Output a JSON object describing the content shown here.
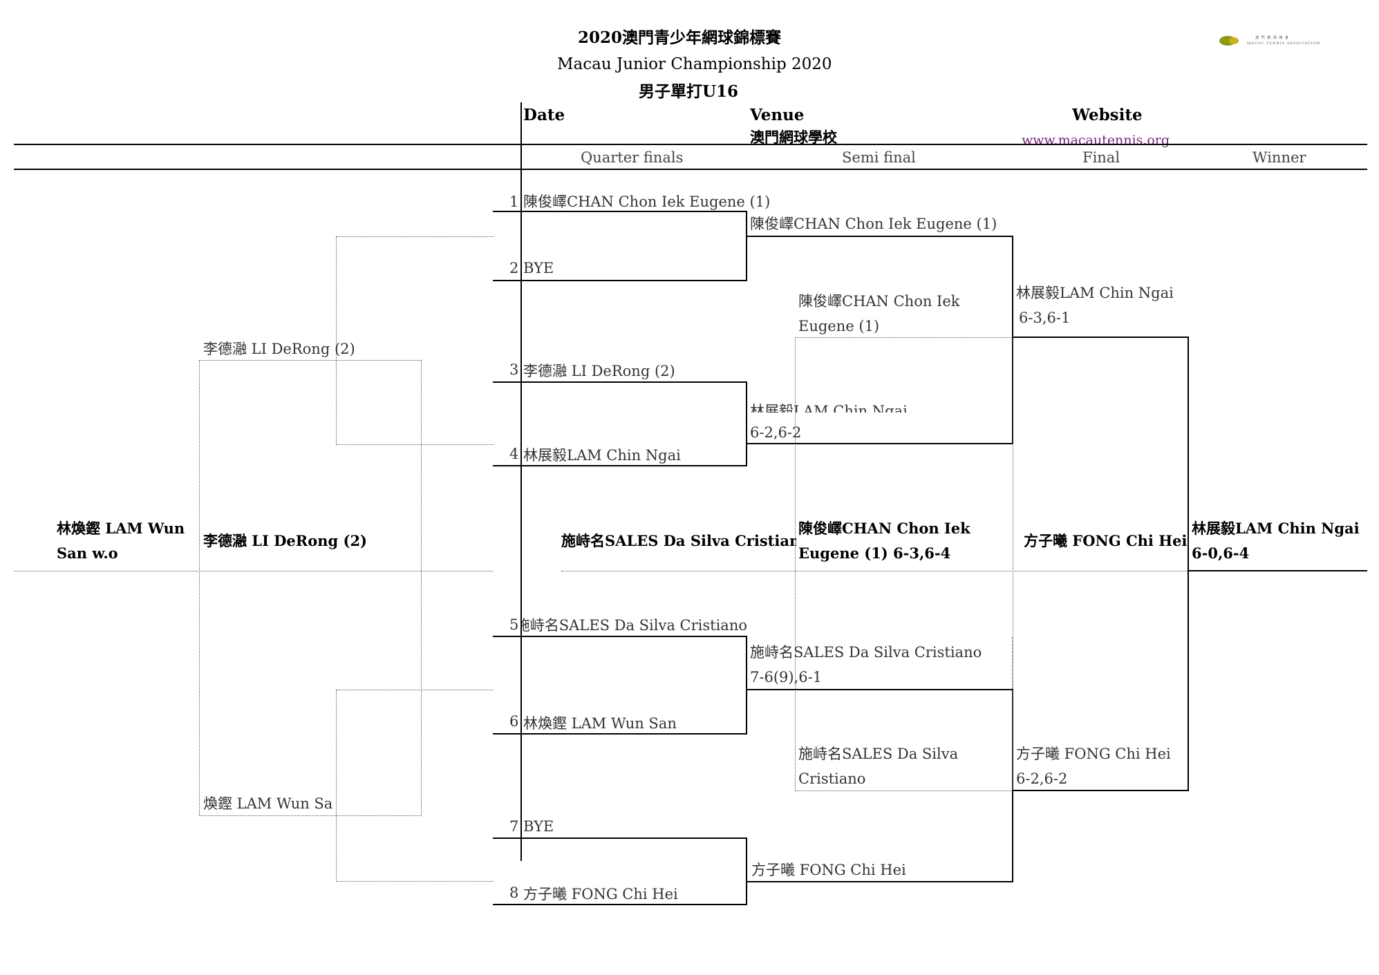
{
  "header": {
    "title_zh": "2020澳門青少年網球錦標賽",
    "title_en": "Macau Junior Championship 2020",
    "event": "男子單打U16",
    "date_label": "Date",
    "venue_label": "Venue",
    "venue_value": "澳門網球學校",
    "website_label": "Website",
    "website_value": "www.macautennis.org"
  },
  "logo": {
    "line1": "澳 門 網 球 總 會",
    "line2": "MACAU TENNIS ASSOCIATION"
  },
  "rounds": {
    "qf": "Quarter finals",
    "sf": "Semi final",
    "final": "Final",
    "winner": "Winner"
  },
  "draw": [
    {
      "num": "1",
      "name": "陳俊嶧CHAN Chon Iek Eugene (1)"
    },
    {
      "num": "2",
      "name": "BYE"
    },
    {
      "num": "3",
      "name": "李德瀜 LI DeRong (2)"
    },
    {
      "num": "4",
      "name": "林展毅LAM Chin Ngai"
    },
    {
      "num": "5",
      "name": "施峙名SALES Da Silva Cristiano"
    },
    {
      "num": "6",
      "name": "林煥鏗 LAM Wun San"
    },
    {
      "num": "7",
      "name": "BYE"
    },
    {
      "num": "8",
      "name": "方子曦 FONG Chi Hei"
    }
  ],
  "qf_results": [
    {
      "name": "陳俊嶧CHAN Chon Iek Eugene (1)",
      "score": ""
    },
    {
      "name": "林展毅LAM Chin Ngai",
      "score": "6-2,6-2"
    },
    {
      "name": "施峙名SALES Da Silva Cristiano",
      "score": "7-6(9),6-1"
    },
    {
      "name": "方子曦 FONG Chi Hei",
      "score": ""
    }
  ],
  "sf_results": [
    {
      "name": "林展毅LAM Chin Ngai",
      "score": "6-3,6-1"
    },
    {
      "name": "方子曦 FONG Chi Hei",
      "score": "6-2,6-2"
    }
  ],
  "final_result": {
    "name": "林展毅LAM Chin Ngai",
    "score": "6-0,6-4"
  },
  "playoff": {
    "sf_top_line1": "陳俊嶧CHAN Chon Iek",
    "sf_top_line2": "Eugene (1)",
    "sf_bottom_line1": "施峙名SALES Da Silva",
    "sf_bottom_line2": "Cristiano",
    "third_line1": "陳俊嶧CHAN Chon Iek",
    "third_line2": "Eugene (1) 6-3,6-4",
    "center_sales": "施峙名SALES Da Silva Cristiano",
    "center_fong": "方子曦 FONG Chi Hei",
    "left_top": "李德瀜 LI DeRong (2)",
    "left_bottom": "煥鏗 LAM Wun Sa",
    "left_mid": "李德瀜 LI DeRong (2)",
    "left_far_line1": "林煥鏗 LAM Wun",
    "left_far_line2": "San w.o"
  }
}
